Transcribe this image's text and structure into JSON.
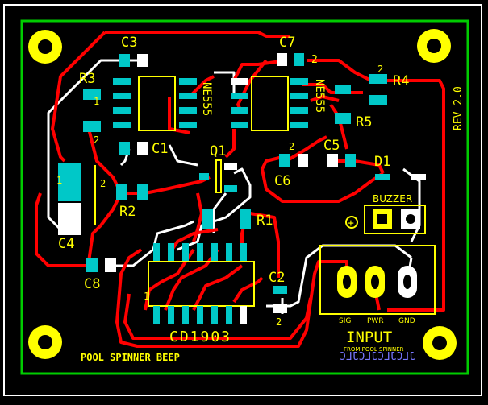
{
  "colors": {
    "background": "#000000",
    "outline": "#ffffff",
    "keepout": "#00cc00",
    "top_trace": "#ff0000",
    "bottom_trace": "#ffffff",
    "pad": "#00c8c8",
    "silkscreen": "#ffff00",
    "bottom_text": "#7878ff"
  },
  "labels": {
    "c3": "C3",
    "c7": "C7",
    "c7_pin": "2",
    "r3": "R3",
    "r3_pin": "1",
    "r3_pin2": "2",
    "r4": "R4",
    "r4_pin": "2",
    "r5": "R5",
    "ne555_a": "NE555",
    "ne555_b": "NE555",
    "rev": "REV 2.0",
    "c1": "C1",
    "c5": "C5",
    "q1": "Q1",
    "d1": "D1",
    "c6": "C6",
    "c6_pin": "2",
    "c4": "C4",
    "c4_pin": "1",
    "r2": "R2",
    "r2_pin": "2",
    "r1": "R1",
    "buzzer": "BUZZER",
    "plus": "+",
    "c8": "C8",
    "c2": "C2",
    "c2_pin": "2",
    "u1_pin1": "1",
    "cd": "CD1903",
    "sig": "SIG",
    "pwr": "PWR",
    "gnd": "GND",
    "input": "INPUT",
    "from_pool": "FROM POOL SPINNER",
    "pool_title": "POOL SPINNER BEEP",
    "bottom_id": "JLCJLCJLCJLC"
  }
}
